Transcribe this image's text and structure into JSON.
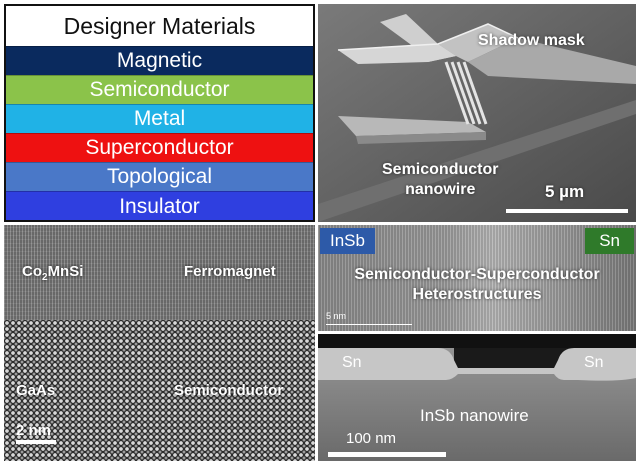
{
  "stack": {
    "title": "Designer Materials",
    "layers": [
      {
        "label": "Magnetic",
        "color": "#0a2a5e"
      },
      {
        "label": "Semiconductor",
        "color": "#8bc34a"
      },
      {
        "label": "Metal",
        "color": "#20b2e6"
      },
      {
        "label": "Superconductor",
        "color": "#ee1111"
      },
      {
        "label": "Topological",
        "color": "#4a78c8"
      },
      {
        "label": "Insulator",
        "color": "#2f3fe0"
      }
    ]
  },
  "sem": {
    "mask_label": "Shadow mask",
    "nanowire_label_line1": "Semiconductor",
    "nanowire_label_line2": "nanowire",
    "scale_label": "5 µm"
  },
  "tem": {
    "top_material": "Co",
    "top_material_sub": "2",
    "top_material_rest": "MnSi",
    "top_role": "Ferromagnet",
    "bottom_material": "GaAs",
    "bottom_role": "Semiconductor",
    "scale_label": "2 nm"
  },
  "hetero": {
    "left_tag": "InSb",
    "right_tag": "Sn",
    "title_line1": "Semiconductor-Superconductor",
    "title_line2": "Heterostructures",
    "scale_label": "5 nm"
  },
  "cross_section": {
    "left_label": "Sn",
    "right_label": "Sn",
    "center_label": "InSb nanowire",
    "scale_label": "100 nm"
  }
}
